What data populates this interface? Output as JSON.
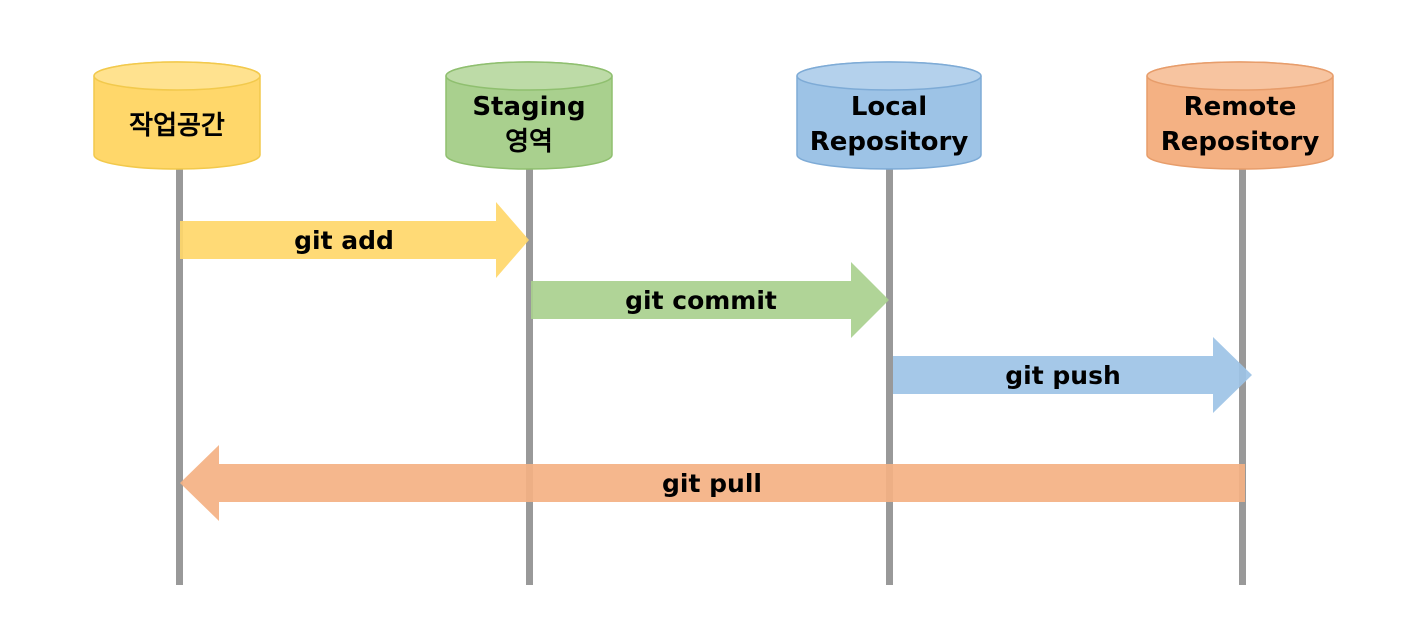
{
  "nodes": [
    {
      "id": "workspace",
      "lines": [
        "작업공간"
      ],
      "color": "#ffd76a",
      "stroke": "#f2c94c"
    },
    {
      "id": "staging",
      "lines": [
        "Staging",
        "영역"
      ],
      "color": "#a9d08e",
      "stroke": "#8fbf6f"
    },
    {
      "id": "local",
      "lines": [
        "Local",
        "Repository"
      ],
      "color": "#9dc3e6",
      "stroke": "#7eabd6"
    },
    {
      "id": "remote",
      "lines": [
        "Remote",
        "Repository"
      ],
      "color": "#f4b183",
      "stroke": "#e79d6b"
    }
  ],
  "arrows": [
    {
      "id": "git-add",
      "label": "git add",
      "from": "workspace",
      "to": "staging",
      "color": "#ffd76a"
    },
    {
      "id": "git-commit",
      "label": "git commit",
      "from": "staging",
      "to": "local",
      "color": "#a9d08e"
    },
    {
      "id": "git-push",
      "label": "git push",
      "from": "local",
      "to": "remote",
      "color": "#9dc3e6"
    },
    {
      "id": "git-pull",
      "label": "git pull",
      "from": "remote",
      "to": "workspace",
      "color": "#f4b183"
    }
  ],
  "lifeline_color": "#999999"
}
